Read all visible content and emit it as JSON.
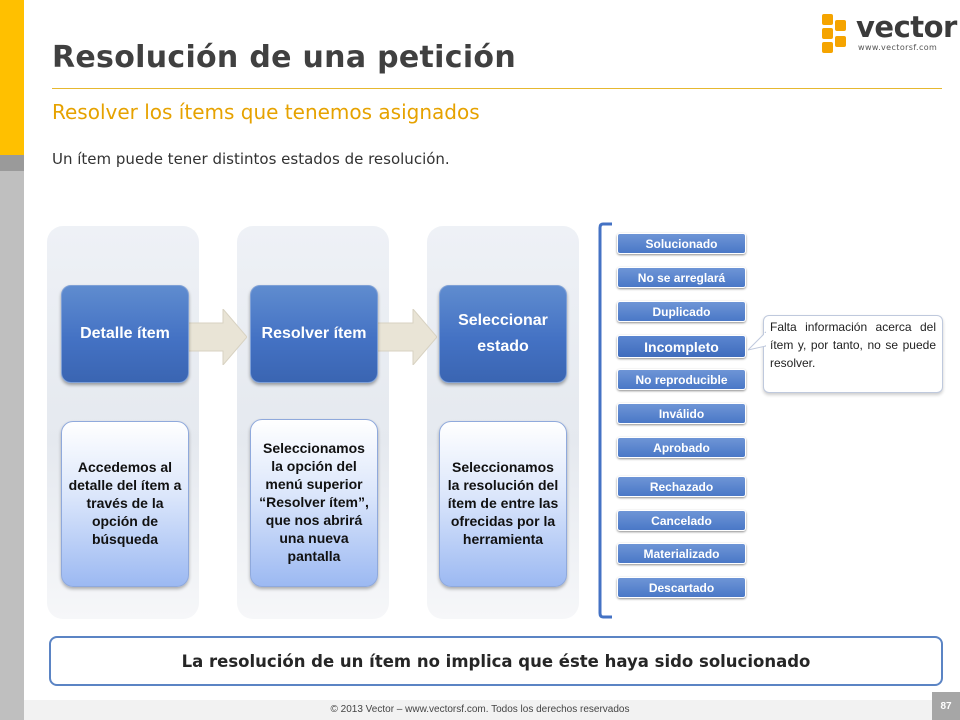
{
  "slide": {
    "title": "Resolución de una petición",
    "subtitle": "Resolver los ítems que tenemos asignados",
    "intro": "Un ítem puede tener distintos estados de resolución."
  },
  "logo": {
    "wordmark": "vector",
    "url": "www.vectorsf.com",
    "brand_color": "#F5A400"
  },
  "steps": [
    {
      "label": "Detalle ítem",
      "description": "Accedemos al detalle del ítem a través de la opción de búsqueda"
    },
    {
      "label": "Resolver ítem",
      "description": "Seleccionamos la opción del menú superior “Resolver ítem”, que nos abrirá una nueva pantalla"
    },
    {
      "label": "Seleccionar estado",
      "description": "Seleccionamos la resolución del ítem de entre las ofrecidas por la herramienta"
    }
  ],
  "states": [
    "Solucionado",
    "No se arreglará",
    "Duplicado",
    "Incompleto",
    "No reproducible",
    "Inválido",
    "Aprobado",
    "Rechazado",
    "Cancelado",
    "Materializado",
    "Descartado"
  ],
  "selected_state": "Incompleto",
  "callout": {
    "text": "Falta información acerca del ítem y, por tanto, no se puede resolver."
  },
  "note": {
    "text": "La resolución de un ítem no implica que éste haya sido solucionado"
  },
  "footer": {
    "copyright": "© 2013 Vector – www.vectorsf.com. Todos los derechos reservados",
    "page_number": "87"
  },
  "colors": {
    "accent_yellow": "#FFC000",
    "step_blue": "#4472C4",
    "subtitle_orange": "#E6A200",
    "note_border": "#5B84C4"
  }
}
